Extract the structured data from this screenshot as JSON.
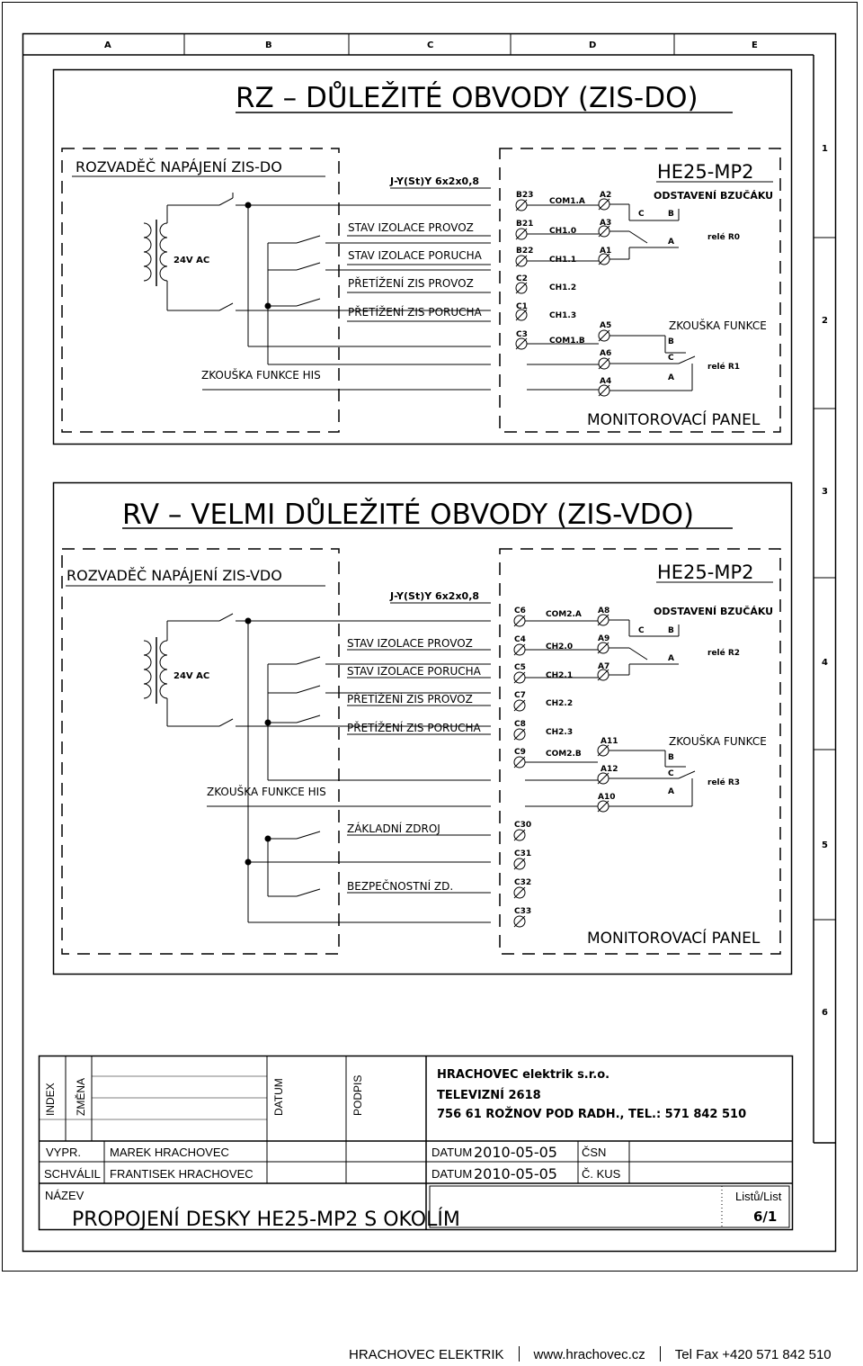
{
  "frame": {
    "columns": [
      "A",
      "B",
      "C",
      "D",
      "E"
    ],
    "rows": [
      "1",
      "2",
      "3",
      "4",
      "5",
      "6"
    ]
  },
  "sections": [
    {
      "title": "RZ – DŮLEŽITÉ OBVODY (ZIS-DO)",
      "left_box_title": "ROZVADĚČ NAPÁJENÍ ZIS-DO",
      "cable": "J-Y(St)Y 6x2x0,8",
      "supply": "24V AC",
      "test_label": "ZKOUŠKA FUNKCE HIS",
      "signals": [
        "STAV IZOLACE PROVOZ",
        "STAV IZOLACE PORUCHA",
        "PŘETÍŽENÍ ZIS PROVOZ",
        "PŘETÍŽENÍ ZIS PORUCHA"
      ],
      "terminals": [
        "B23",
        "B21",
        "B22",
        "C2",
        "C1",
        "C3"
      ],
      "channels": [
        "COM1.A",
        "CH1.0",
        "CH1.1",
        "CH1.2",
        "CH1.3",
        "COM1.B"
      ],
      "right_title": "HE25-MP2",
      "a_terms_top": [
        "A2",
        "A3",
        "A1"
      ],
      "a_terms_bottom": [
        "A5",
        "A6",
        "A4"
      ],
      "buzzer_label": "ODSTAVENÍ BZUČÁKU",
      "relay1": "relé R0",
      "test_func": "ZKOUŠKA FUNKCE",
      "relay2": "relé R1",
      "contact_labels": [
        "C",
        "B",
        "A"
      ],
      "panel": "MONITOROVACÍ PANEL"
    },
    {
      "title": "RV – VELMI DŮLEŽITÉ OBVODY (ZIS-VDO)",
      "left_box_title": "ROZVADĚČ NAPÁJENÍ ZIS-VDO",
      "cable": "J-Y(St)Y 6x2x0,8",
      "supply": "24V AC",
      "test_label": "ZKOUŠKA FUNKCE HIS",
      "signals": [
        "STAV IZOLACE PROVOZ",
        "STAV IZOLACE PORUCHA",
        "PŘETÍŽENÍ ZIS PROVOZ",
        "PŘETÍŽENÍ ZIS PORUCHA"
      ],
      "terminals": [
        "C6",
        "C4",
        "C5",
        "C7",
        "C8",
        "C9"
      ],
      "channels": [
        "COM2.A",
        "CH2.0",
        "CH2.1",
        "CH2.2",
        "CH2.3",
        "COM2.B"
      ],
      "right_title": "HE25-MP2",
      "a_terms_top": [
        "A8",
        "A9",
        "A7"
      ],
      "a_terms_bottom": [
        "A11",
        "A12",
        "A10"
      ],
      "buzzer_label": "ODSTAVENÍ BZUČÁKU",
      "relay1": "relé R2",
      "test_func": "ZKOUŠKA FUNKCE",
      "relay2": "relé R3",
      "contact_labels": [
        "C",
        "B",
        "A"
      ],
      "panel": "MONITOROVACÍ PANEL",
      "extra_signals": [
        "ZÁKLADNÍ ZDROJ",
        "BEZPEČNOSTNÍ ZD."
      ],
      "extra_terminals": [
        "C30",
        "C31",
        "C32",
        "C33"
      ]
    }
  ],
  "titleblock": {
    "company": "HRACHOVEC elektrik s.r.o.",
    "street": "TELEVIZNÍ 2618",
    "city": "756 61 ROŽNOV POD RADH., TEL.: 571 842 510",
    "col_index": "INDEX",
    "col_change": "ZMĚNA",
    "col_date": "DATUM",
    "col_sign": "PODPIS",
    "drawn_label": "VYPR.",
    "drawn_name": "MAREK HRACHOVEC",
    "approved_label": "SCHVÁLIL",
    "approved_name": "FRANTISEK HRACHOVEC",
    "date_label": "DATUM",
    "date1": "2010-05-05",
    "date2": "2010-05-05",
    "csn": "ČSN",
    "ckus": "Č. KUS",
    "name_label": "NÁZEV",
    "name": "PROPOJENÍ DESKY HE25-MP2 S OKOLÍM",
    "sheets_label": "Listů/List",
    "sheets": "6/1"
  },
  "footer": {
    "company": "HRACHOVEC ELEKTRIK",
    "web": "www.hrachovec.cz",
    "tel": "Tel Fax +420 571 842 510"
  }
}
